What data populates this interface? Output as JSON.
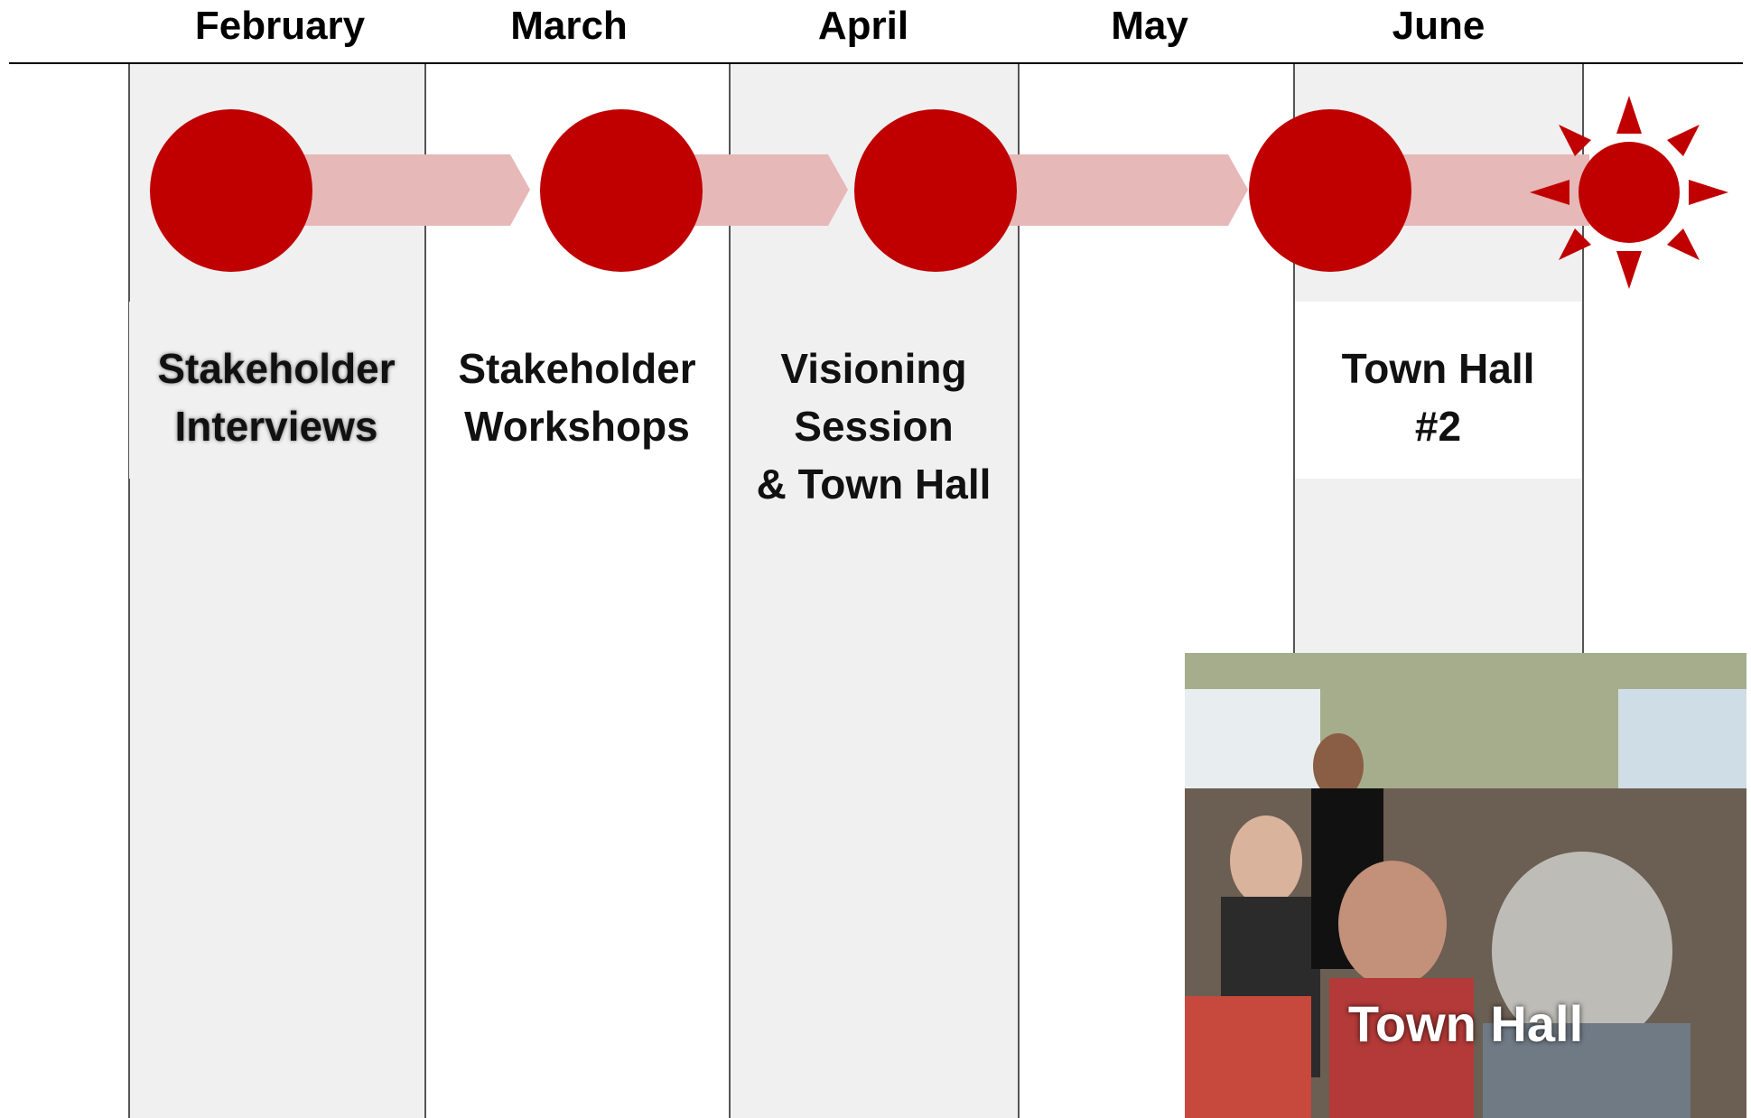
{
  "months": [
    "February",
    "March",
    "April",
    "May",
    "June"
  ],
  "events": [
    {
      "month": "February",
      "label": "Stakeholder\nInterviews"
    },
    {
      "month": "March",
      "label": "Stakeholder\nWorkshops"
    },
    {
      "month": "April",
      "label": "Visioning\nSession\n& Town Hall"
    },
    {
      "month": "June",
      "label": "Town Hall\n#2"
    }
  ],
  "photo": {
    "caption": "Town Hall"
  },
  "colors": {
    "milestone": "#c00000",
    "arrow": "#e6b8b7",
    "band": "#f0f0f0",
    "rule": "#000000"
  }
}
